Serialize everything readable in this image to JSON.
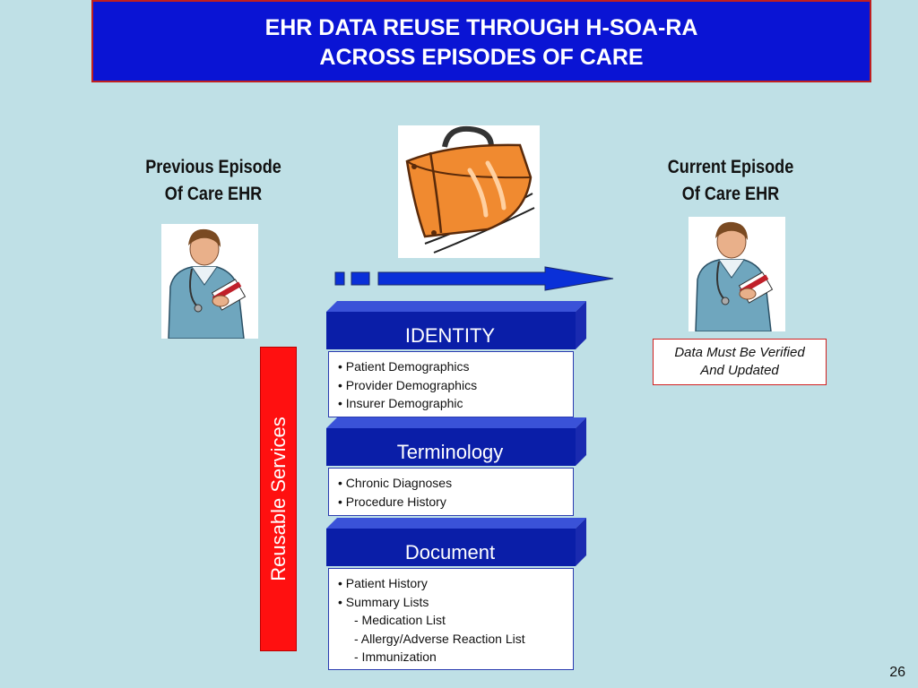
{
  "title": {
    "line1": "EHR DATA REUSE THROUGH H-SOA-RA",
    "line2": "ACROSS EPISODES OF CARE"
  },
  "previous_episode": {
    "line1": "Previous Episode",
    "line2": "Of Care EHR"
  },
  "current_episode": {
    "line1": "Current Episode",
    "line2": "Of Care EHR"
  },
  "note": {
    "line1": "Data Must Be Verified",
    "line2": "And Updated"
  },
  "reusable_services": "Reusable Services",
  "services": [
    {
      "name": "IDENTITY",
      "items": [
        "• Patient Demographics",
        "• Provider Demographics",
        "• Insurer Demographic"
      ]
    },
    {
      "name": "Terminology",
      "items": [
        "• Chronic Diagnoses",
        "• Procedure History"
      ]
    },
    {
      "name": "Document",
      "items": [
        "• Patient History",
        "• Summary Lists",
        "- Medication List",
        "- Allergy/Adverse Reaction List",
        "- Immunization"
      ]
    }
  ],
  "page_number": "26",
  "icons": [
    "suitcase-icon",
    "clinician-icon",
    "arrow-right-icon"
  ],
  "colors": {
    "title_bg": "#0a14d4",
    "service_bar": "#ff1010",
    "header_blue": "#0a1ea8",
    "background": "#bfe0e6"
  }
}
